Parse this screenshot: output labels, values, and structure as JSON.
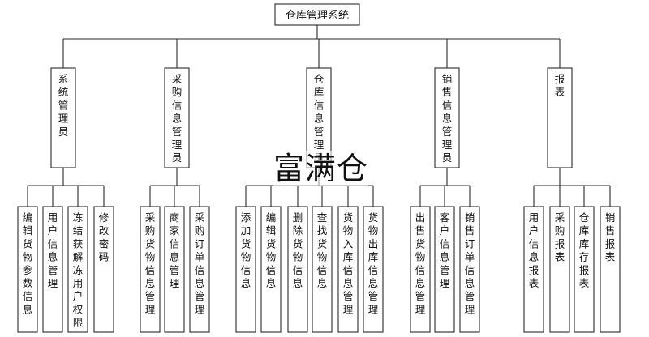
{
  "root": {
    "label": "仓库管理系统"
  },
  "branches": [
    {
      "label": "系统管理员",
      "children": [
        "编辑货物参数信息",
        "用户信息管理",
        "冻结获解冻用户权限",
        "修改密码"
      ]
    },
    {
      "label": "采购信息管理员",
      "children": [
        "采购货物信息管理",
        "商家信息管理",
        "采购订单信息管理"
      ]
    },
    {
      "label": "仓库信息管理员",
      "children": [
        "添加货物信息",
        "编辑货物信息",
        "删除货物信息",
        "查找货物信息",
        "货物入库信息管理",
        "货物出库信息管理"
      ]
    },
    {
      "label": "销售信息管理员",
      "children": [
        "出售货物信息管理",
        "客户信息管理",
        "销售订单信息管理"
      ]
    },
    {
      "label": "报表",
      "children": [
        "用户信息报表",
        "采购报表",
        "仓库库存报表",
        "销售报表"
      ]
    }
  ],
  "watermark": "富满仓"
}
